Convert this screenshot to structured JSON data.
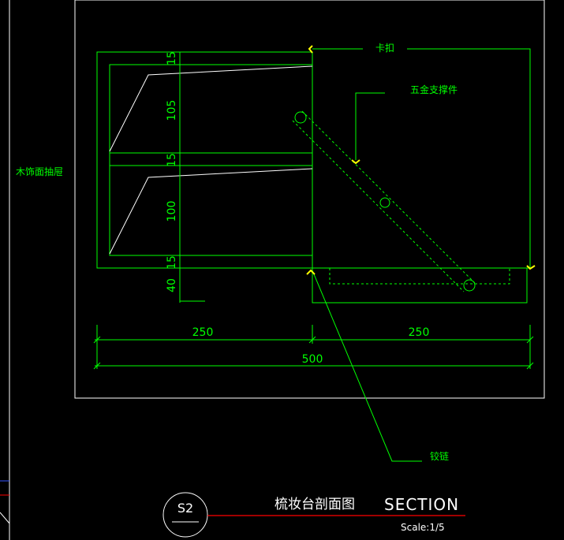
{
  "labels": {
    "left_note": "木饰面抽屉",
    "clip": "卡扣",
    "hardware": "五金支撑件",
    "hinge": "铰链"
  },
  "dimensions": {
    "v_top": "15",
    "v_drawer1": "105",
    "v_mid": "15",
    "v_drawer2": "100",
    "v_bottom": "15",
    "v_base": "40",
    "h_left": "250",
    "h_right": "250",
    "h_total": "500"
  },
  "title_block": {
    "tag": "S2",
    "title_cn": "梳妆台剖面图",
    "title_en": "SECTION",
    "scale": "Scale:1/5"
  },
  "colors": {
    "line": "#00ff00",
    "frame": "#ffffff",
    "marker": "#ffff00",
    "title_underline": "#ff0000",
    "background": "#000000"
  }
}
